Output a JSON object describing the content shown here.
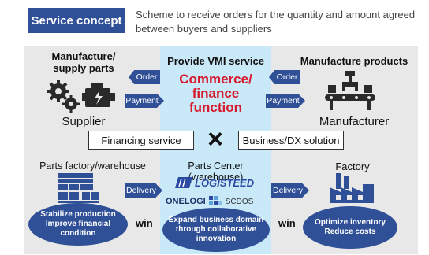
{
  "header": {
    "badge": "Service concept",
    "description": "Scheme to receive orders for the quantity and amount agreed between buyers and suppliers"
  },
  "left": {
    "title_line1": "Manufacture/",
    "title_line2": "supply parts",
    "role": "Supplier",
    "facility": "Parts factory/warehouse",
    "oval_line1": "Stabilize production",
    "oval_line2": "Improve financial condition",
    "win": "win"
  },
  "center": {
    "title": "Provide VMI service",
    "function_line1": "Commerce/",
    "function_line2": "finance",
    "function_line3": "function",
    "facility": "Parts Center (warehouse)",
    "oval_line1": "Expand business domain",
    "oval_line2": "through collaborative",
    "oval_line3": "innovation"
  },
  "right": {
    "title": "Manufacture products",
    "role": "Manufacturer",
    "facility": "Factory",
    "oval_line1": "Optimize inventory",
    "oval_line2": "Reduce costs",
    "win": "win"
  },
  "arrows": {
    "order": "Order",
    "payment": "Payment",
    "delivery": "Delivery"
  },
  "middle": {
    "financing": "Financing service",
    "cross": "×",
    "business": "Business/DX solution"
  },
  "logos": {
    "logisteed": "LOGISTEED",
    "onelogi": "ONELOGI",
    "scdos": "SCDOS"
  },
  "colors": {
    "accent": "#2f4f97",
    "red": "#d7192c",
    "center_bg": "#c9e9f8",
    "panel_bg": "#e8e8e8"
  }
}
